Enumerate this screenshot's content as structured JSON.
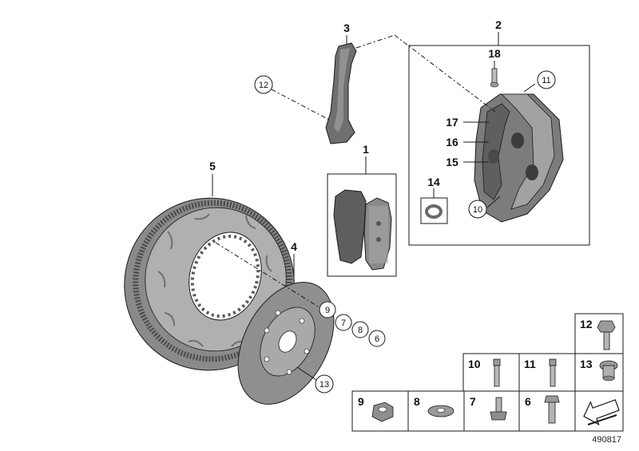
{
  "diagram": {
    "labels": {
      "caliper": "2",
      "caliper_cap": "3",
      "bolt_18": "18",
      "item_11": "11",
      "item_12": "12",
      "item_17": "17",
      "item_16": "16",
      "item_15": "15",
      "item_14": "14",
      "item_10": "10",
      "pads": "1",
      "disc": "5",
      "hub_plate": "4",
      "item_9": "9",
      "item_7": "7",
      "item_8": "8",
      "item_6": "6",
      "item_13": "13"
    },
    "parts_table": {
      "cells": [
        {
          "label": "12",
          "part": "flange-bolt"
        },
        {
          "label": "10",
          "part": "bolt"
        },
        {
          "label": "11",
          "part": "bolt"
        },
        {
          "label": "13",
          "part": "plug-screw"
        },
        {
          "label": "9",
          "part": "hex-nut"
        },
        {
          "label": "8",
          "part": "washer"
        },
        {
          "label": "7",
          "part": "sleeve"
        },
        {
          "label": "6",
          "part": "bolt"
        },
        {
          "label": "",
          "part": "arrow"
        }
      ]
    },
    "document_number": "490817",
    "colors": {
      "line": "#1a1a1a",
      "part_dark": "#6f6f6f",
      "part_mid": "#8e8e8e",
      "part_light": "#b9b9b9",
      "background": "#ffffff"
    }
  }
}
